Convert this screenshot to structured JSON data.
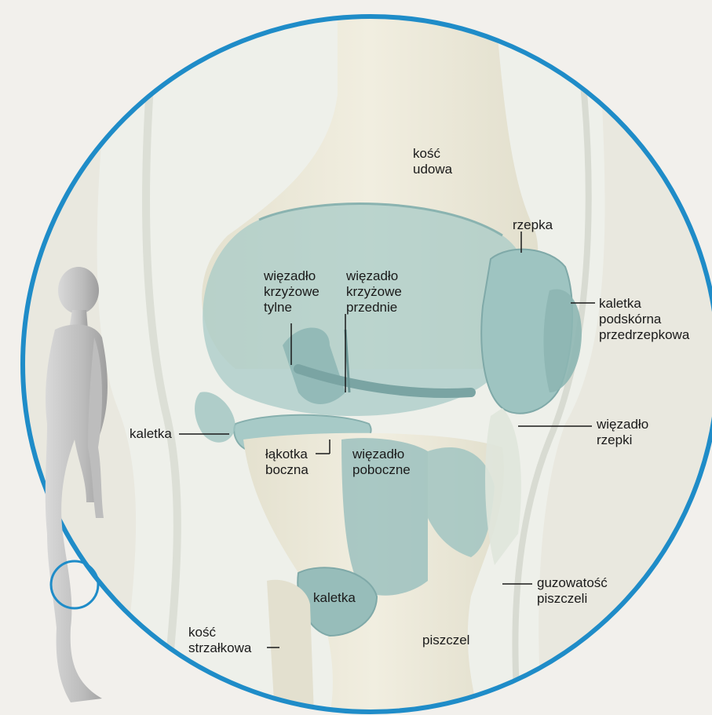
{
  "labels": {
    "kosc_udowa": [
      "kość",
      "udowa"
    ],
    "rzepka": "rzepka",
    "wiezadlo_krzyzowe_tylne": [
      "więzadło",
      "krzyżowe",
      "tylne"
    ],
    "wiezadlo_krzyzowe_przednie": [
      "więzadło",
      "krzyżowe",
      "przednie"
    ],
    "kaletka_podskorna_przedrzepkowa": [
      "kaletka",
      "podskórna",
      "przedrzepkowa"
    ],
    "kaletka_lewa": "kaletka",
    "wiezadlo_rzepki": [
      "więzadło",
      "rzepki"
    ],
    "lakotka_boczna": [
      "łąkotka",
      "boczna"
    ],
    "wiezadlo_poboczne": [
      "więzadło",
      "poboczne"
    ],
    "guzowatosc_piszczeli": [
      "guzowatość",
      "piszczeli"
    ],
    "kaletka_dolna": "kaletka",
    "kosc_strzalkowa": [
      "kość",
      "strzałkowa"
    ],
    "piszczel": "piszczel"
  },
  "colors": {
    "ring": "#1f8cc8",
    "bone": "#ece9d8",
    "ligament": "#9fc4c2",
    "ligament_dark": "#7fa9a8",
    "figure": "#c9c9c9"
  }
}
